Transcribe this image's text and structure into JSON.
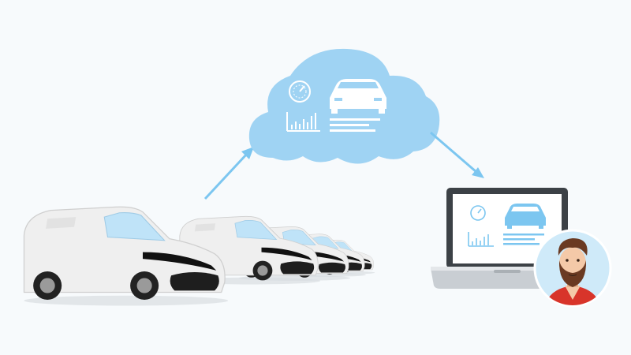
{
  "diagram": {
    "stages": [
      {
        "id": "fleet",
        "icon": "delivery-van-icon",
        "count": 5
      },
      {
        "id": "cloud",
        "icon": "cloud-icon",
        "contents": [
          "speedometer-icon",
          "bar-chart-icon",
          "car-icon",
          "text-lines-icon"
        ]
      },
      {
        "id": "laptop",
        "icon": "laptop-icon",
        "contents": [
          "speedometer-icon",
          "bar-chart-icon",
          "car-icon",
          "text-lines-icon"
        ]
      },
      {
        "id": "user",
        "icon": "bearded-man-avatar-icon"
      }
    ],
    "flows": [
      {
        "from": "fleet",
        "to": "cloud",
        "icon": "arrow-up-right-icon"
      },
      {
        "from": "cloud",
        "to": "laptop",
        "icon": "arrow-down-right-icon"
      }
    ],
    "colors": {
      "accent": "#7cc6f0",
      "cloud": "#9fd3f3",
      "van_body": "#ececec",
      "van_glass": "#bfe3f8",
      "laptop_frame": "#3c4146",
      "avatar_bg": "#cfeaf9",
      "shirt": "#d8342a",
      "hair": "#6a3a22"
    }
  }
}
